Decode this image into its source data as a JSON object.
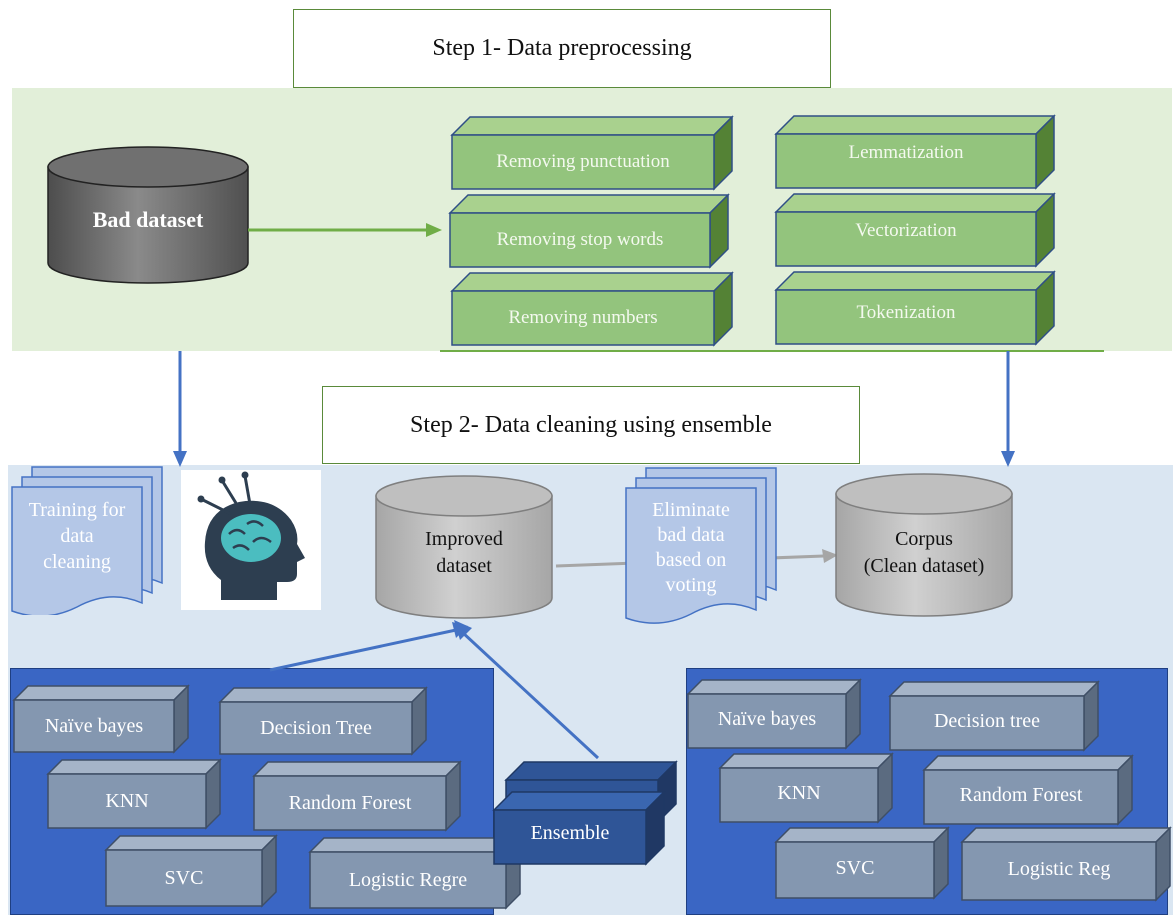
{
  "step1": {
    "title": "Step 1- Data preprocessing"
  },
  "step2": {
    "title": "Step 2- Data cleaning using ensemble"
  },
  "bad_dataset": {
    "label": "Bad dataset"
  },
  "preprocessing": {
    "left": [
      "Removing punctuation",
      "Removing stop words",
      "Removing numbers"
    ],
    "right": [
      "Lemmatization",
      "Vectorization",
      "Tokenization"
    ]
  },
  "training_doc": {
    "lines": [
      "Training for",
      "data",
      "cleaning"
    ]
  },
  "brain_icon": {
    "name": "brain-head-icon"
  },
  "improved_dataset": {
    "lines": [
      "Improved",
      "dataset"
    ]
  },
  "eliminate_doc": {
    "lines": [
      "Eliminate",
      "bad data",
      "based on",
      "voting"
    ]
  },
  "corpus": {
    "lines": [
      "Corpus",
      "(Clean dataset)"
    ]
  },
  "ensemble": {
    "label": "Ensemble"
  },
  "left_models": {
    "naive": "Naïve bayes",
    "tree": "Decision Tree",
    "knn": "KNN",
    "forest": "Random Forest",
    "svc": "SVC",
    "logistic": "Logistic Regre"
  },
  "right_models": {
    "naive": "Naïve bayes",
    "tree": "Decision tree",
    "knn": "KNN",
    "forest": "Random Forest",
    "svc": "SVC",
    "logistic": "Logistic Reg"
  },
  "colors": {
    "step1_bg": "#e2efd9",
    "step2_bg": "#dae6f2",
    "green_box": "#93c47d",
    "model_panel": "#3a66c4",
    "model_box": "#8497b0",
    "arrow_blue": "#4472c4",
    "arrow_green": "#70ad47",
    "ensemble": "#2f5597"
  }
}
